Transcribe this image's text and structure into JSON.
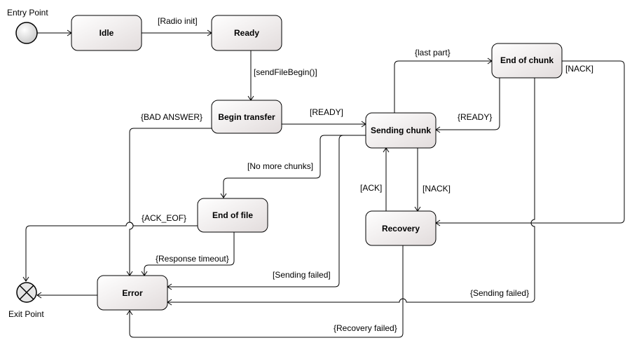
{
  "colors": {
    "state_fill_top": "#ffffff",
    "state_fill_bottom": "#e4dede",
    "line": "#000000"
  },
  "entry_point": {
    "label": "Entry Point"
  },
  "exit_point": {
    "label": "Exit Point"
  },
  "states": {
    "idle": "Idle",
    "ready": "Ready",
    "begin_transfer": "Begin transfer",
    "sending_chunk": "Sending chunk",
    "end_of_chunk": "End of chunk",
    "end_of_file": "End of file",
    "recovery": "Recovery",
    "error": "Error"
  },
  "transitions": {
    "radio_init": "[Radio init]",
    "send_file_begin": "[sendFileBegin()]",
    "ready_begin": "[READY]",
    "bad_answer": "{BAD ANSWER}",
    "last_part": "{last part}",
    "ready_chunk": "{READY}",
    "nack_chunk": "[NACK]",
    "no_more_chunks": "[No more chunks]",
    "ack": "[ACK]",
    "nack": "[NACK]",
    "ack_eof": "{ACK_EOF}",
    "response_timeout": "{Response timeout}",
    "sending_failed_1": "[Sending failed]",
    "sending_failed_2": "{Sending failed}",
    "recovery_failed": "{Recovery failed}"
  }
}
